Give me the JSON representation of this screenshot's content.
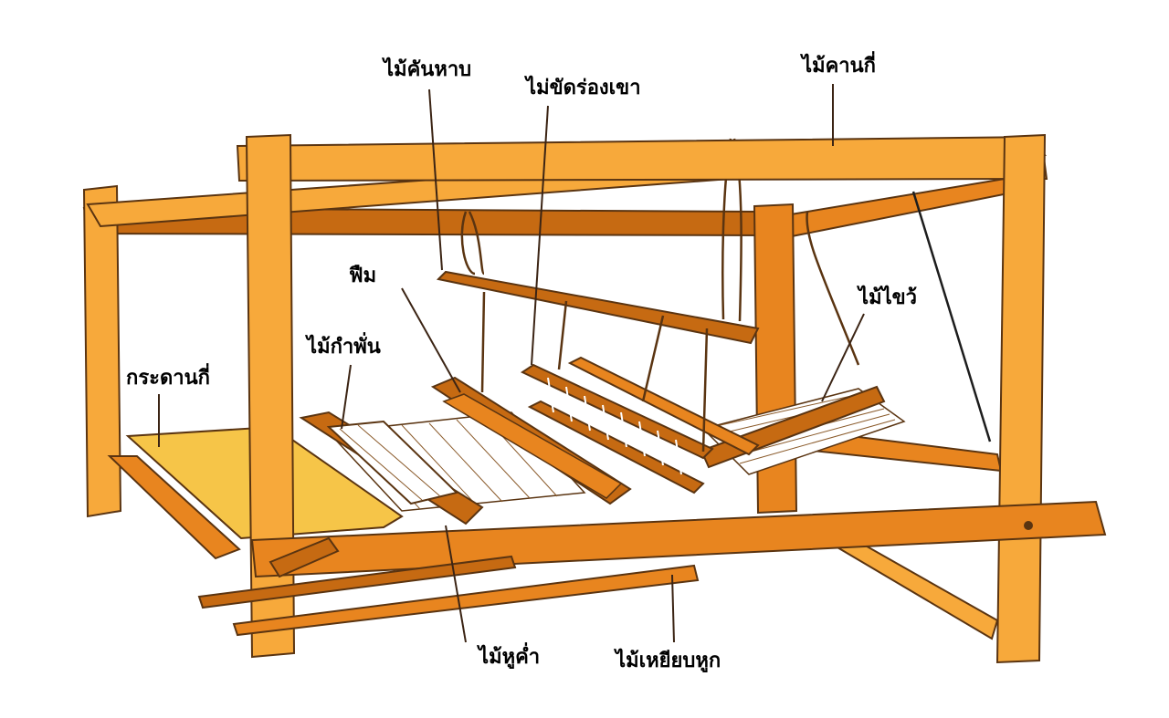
{
  "diagram": {
    "subject": "loom",
    "labels": {
      "mai_kan_hab": "ไม้คันหาบ",
      "mai_khat_rong_khao": "ไม่ขัดร่องเขา",
      "mai_kan_ki": "ไม้คานกี่",
      "fuem": "ฟืม",
      "mai_khai_wai": "ไม้ไขว้",
      "mai_kam_phan": "ไม้กำพั่น",
      "kradan_ki": "กระดานกี่",
      "mai_hu_kha": "ไม้หูค่ำ",
      "mai_hiab_hu_kok": "ไม้เหยียบหูก"
    },
    "colors": {
      "wood_light": "#f7a93b",
      "wood_mid": "#e8851f",
      "wood_dark": "#c66a12",
      "board": "#f6c548",
      "outline": "#5a3411",
      "warp_thread": "#ffffff",
      "leader_line": "#3b2414"
    }
  }
}
